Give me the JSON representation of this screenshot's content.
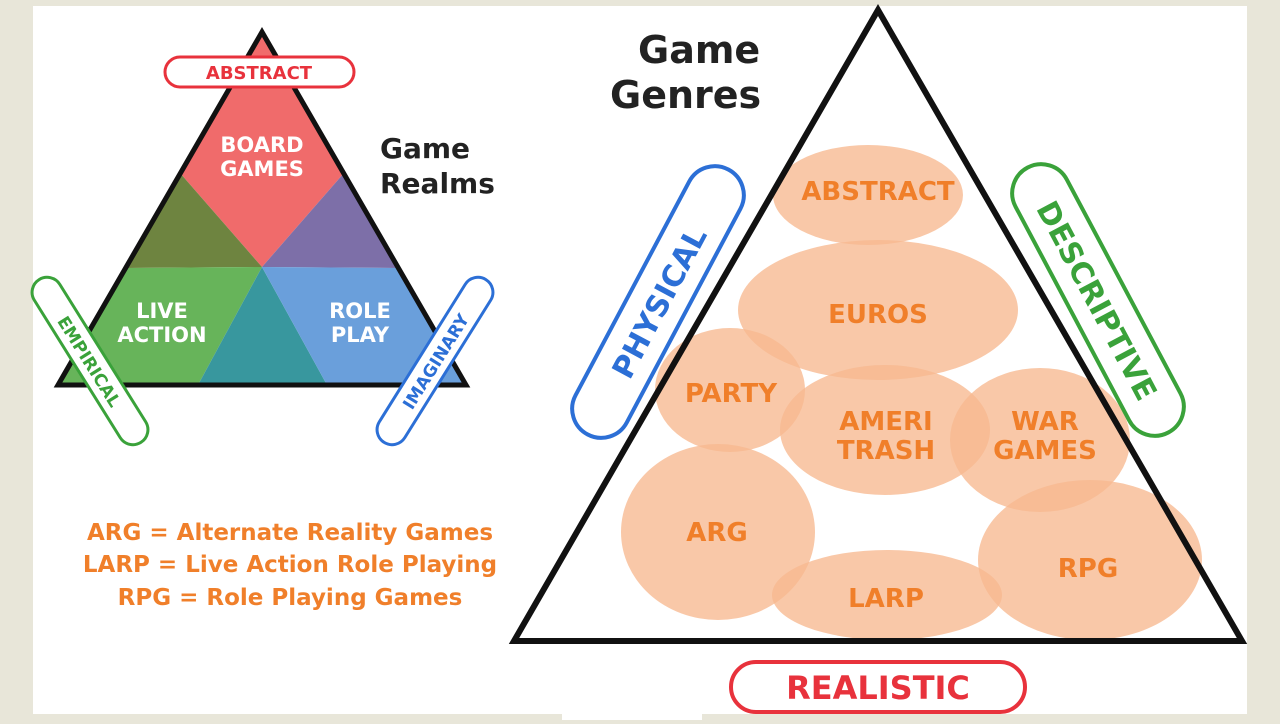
{
  "colors": {
    "slide_bg": "#e8e6d9",
    "panel_bg": "#ffffff",
    "board": "#f06b6b",
    "purple": "#7d6fa8",
    "olive": "#6e8440",
    "live": "#67b45a",
    "teal": "#38979e",
    "role": "#6a9fdb",
    "genre_fill": "#f7b98f",
    "genre_text": "#f07f2a",
    "red_badge": "#e8323c",
    "blue_badge": "#2c6fd6",
    "green_badge": "#3aa23a",
    "black": "#111111"
  },
  "realms": {
    "title_line1": "Game",
    "title_line2": "Realms",
    "abstract_label": "ABSTRACT",
    "empirical_label": "EMPIRICAL",
    "imaginary_label": "IMAGINARY",
    "regions": {
      "board_line1": "BOARD",
      "board_line2": "GAMES",
      "live_line1": "LIVE",
      "live_line2": "ACTION",
      "role_line1": "ROLE",
      "role_line2": "PLAY"
    }
  },
  "legend": {
    "line1": "ARG = Alternate Reality Games",
    "line2": "LARP = Live Action Role Playing",
    "line3": "RPG = Role Playing Games"
  },
  "genres": {
    "title_line1": "Game",
    "title_line2": "Genres",
    "physical_label": "PHYSICAL",
    "descriptive_label": "DESCRIPTIVE",
    "realistic_label": "REALISTIC",
    "items": {
      "abstract": "ABSTRACT",
      "euros": "EUROS",
      "party": "PARTY",
      "ameri_line1": "AMERI",
      "ameri_line2": "TRASH",
      "war_line1": "WAR",
      "war_line2": "GAMES",
      "arg": "ARG",
      "rpg": "RPG",
      "larp": "LARP"
    }
  }
}
